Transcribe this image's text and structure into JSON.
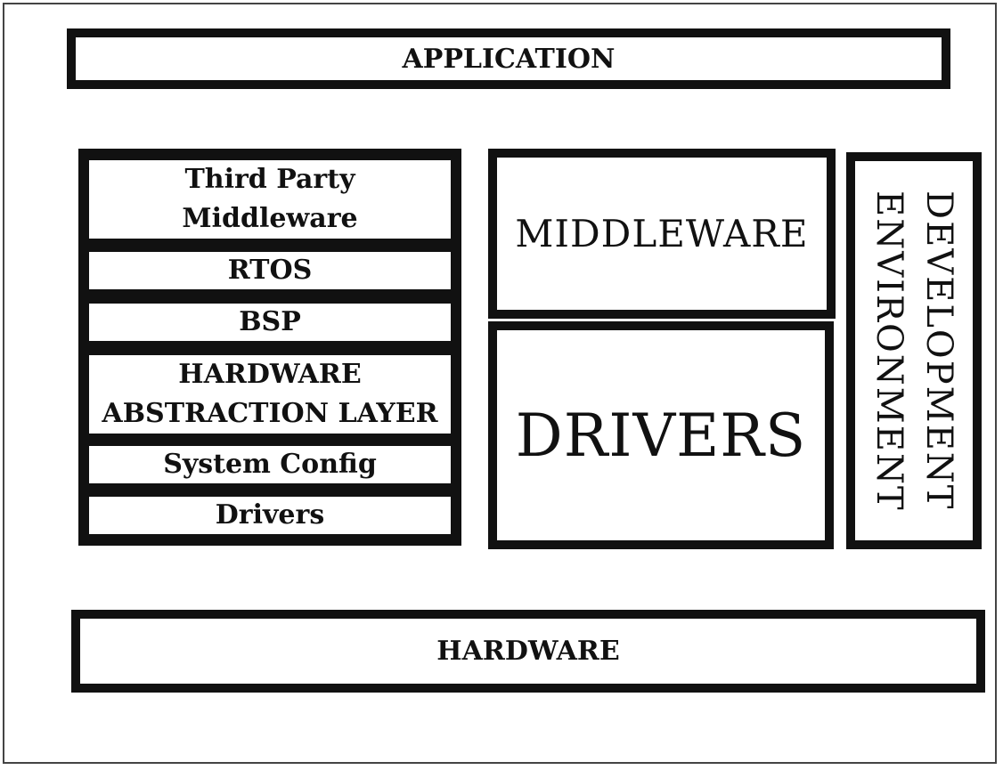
{
  "diagram": {
    "application": "APPLICATION",
    "hardware": "HARDWARE",
    "stack": {
      "third_party_line1": "Third Party",
      "third_party_line2": "Middleware",
      "rtos": "RTOS",
      "bsp": "BSP",
      "hal_line1": "HARDWARE",
      "hal_line2": "ABSTRACTION LAYER",
      "system_config": "System Config",
      "drivers": "Drivers"
    },
    "middleware": "MIDDLEWARE",
    "drivers": "DRIVERS",
    "dev_env_line1": "DEVELOPMENT",
    "dev_env_line2": "ENVIRONMENT"
  }
}
